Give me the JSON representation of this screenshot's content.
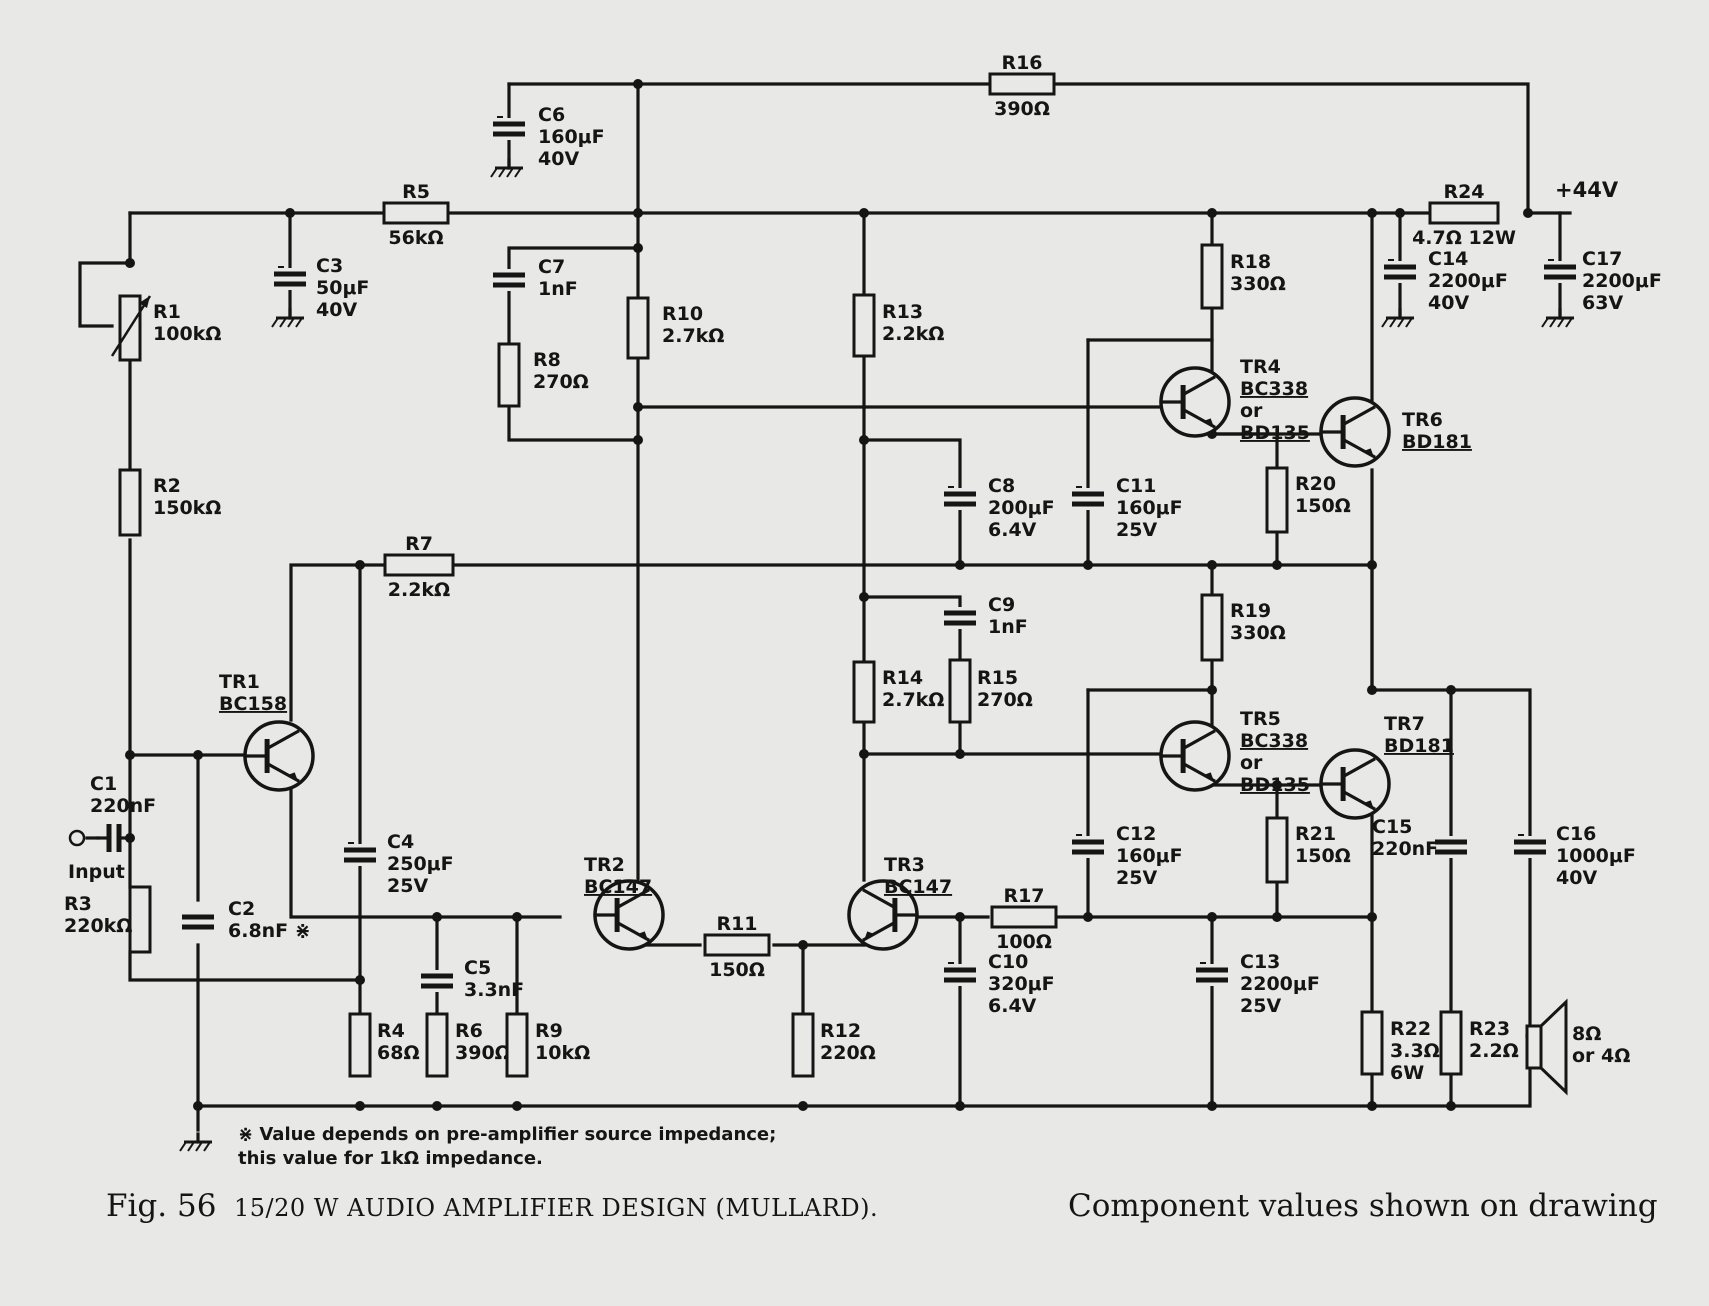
{
  "components": {
    "R1": [
      "R1",
      "100kΩ"
    ],
    "R2": [
      "R2",
      "150kΩ"
    ],
    "R3": [
      "R3",
      "220kΩ"
    ],
    "R4": [
      "R4",
      "68Ω"
    ],
    "R5": [
      "R5",
      "56kΩ"
    ],
    "R6": [
      "R6",
      "390Ω"
    ],
    "R7": [
      "R7",
      "2.2kΩ"
    ],
    "R8": [
      "R8",
      "270Ω"
    ],
    "R9": [
      "R9",
      "10kΩ"
    ],
    "R10": [
      "R10",
      "2.7kΩ"
    ],
    "R11": [
      "R11",
      "150Ω"
    ],
    "R12": [
      "R12",
      "220Ω"
    ],
    "R13": [
      "R13",
      "2.2kΩ"
    ],
    "R14": [
      "R14",
      "2.7kΩ"
    ],
    "R15": [
      "R15",
      "270Ω"
    ],
    "R16": [
      "R16",
      "390Ω"
    ],
    "R17": [
      "R17",
      "100Ω"
    ],
    "R18": [
      "R18",
      "330Ω"
    ],
    "R19": [
      "R19",
      "330Ω"
    ],
    "R20": [
      "R20",
      "150Ω"
    ],
    "R21": [
      "R21",
      "150Ω"
    ],
    "R22": [
      "R22",
      "3.3Ω",
      "6W"
    ],
    "R23": [
      "R23",
      "2.2Ω"
    ],
    "R24": [
      "R24",
      "4.7Ω  12W"
    ],
    "C1": [
      "C1",
      "220nF"
    ],
    "C2": [
      "C2",
      "6.8nF ⋇"
    ],
    "C3": [
      "C3",
      "50μF",
      "40V"
    ],
    "C4": [
      "C4",
      "250μF",
      "25V"
    ],
    "C5": [
      "C5",
      "3.3nF"
    ],
    "C6": [
      "C6",
      "160μF",
      "40V"
    ],
    "C7": [
      "C7",
      "1nF"
    ],
    "C8": [
      "C8",
      "200μF",
      "6.4V"
    ],
    "C9": [
      "C9",
      "1nF"
    ],
    "C10": [
      "C10",
      "320μF",
      "6.4V"
    ],
    "C11": [
      "C11",
      "160μF",
      "25V"
    ],
    "C12": [
      "C12",
      "160μF",
      "25V"
    ],
    "C13": [
      "C13",
      "2200μF",
      "25V"
    ],
    "C14": [
      "C14",
      "2200μF",
      "40V"
    ],
    "C15": [
      "C15",
      "220nF"
    ],
    "C16": [
      "C16",
      "1000μF",
      "40V"
    ],
    "C17": [
      "C17",
      "2200μF",
      "63V"
    ],
    "TR1": [
      "TR1",
      "BC158"
    ],
    "TR2": [
      "TR2",
      "BC147"
    ],
    "TR3": [
      "TR3",
      "BC147"
    ],
    "TR4": [
      "TR4",
      "BC338",
      "or",
      "BD135"
    ],
    "TR5": [
      "TR5",
      "BC338",
      "or",
      "BD135"
    ],
    "TR6": [
      "TR6",
      "BD181"
    ],
    "TR7": [
      "TR7",
      "BD181"
    ]
  },
  "supply_label": "+44V",
  "input_label": "Input",
  "speaker_label": [
    "8Ω",
    "or 4Ω"
  ],
  "footnote": [
    "⋇  Value   depends  on  pre-amplifier  source  impedance;",
    "this  value  for  1kΩ  impedance."
  ],
  "caption": {
    "fig": "Fig. 56",
    "title": "15/20 W AUDIO AMPLIFIER DESIGN (MULLARD).",
    "rest": "Component values shown on drawing"
  }
}
